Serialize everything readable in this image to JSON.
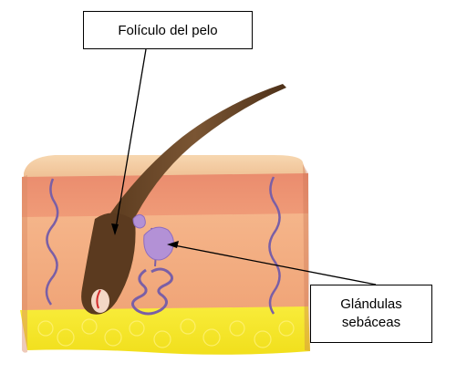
{
  "labels": {
    "hair_follicle": "Folículo del pelo",
    "sebaceous_line1": "Glándulas",
    "sebaceous_line2": "sebáceas"
  },
  "colors": {
    "epidermis_top": "#f2c79a",
    "epidermis": "#f0b98d",
    "dermis_band": "#eb8f72",
    "dermis": "#f2aa7c",
    "fat": "#f7ea2a",
    "fat_dots": "#fff27a",
    "hair": "#6b4a2b",
    "hair_dark": "#4e3119",
    "gland": "#b391d6",
    "nerve": "#7a5fa6",
    "blood": "#d22b2b",
    "arrow": "#000000"
  }
}
